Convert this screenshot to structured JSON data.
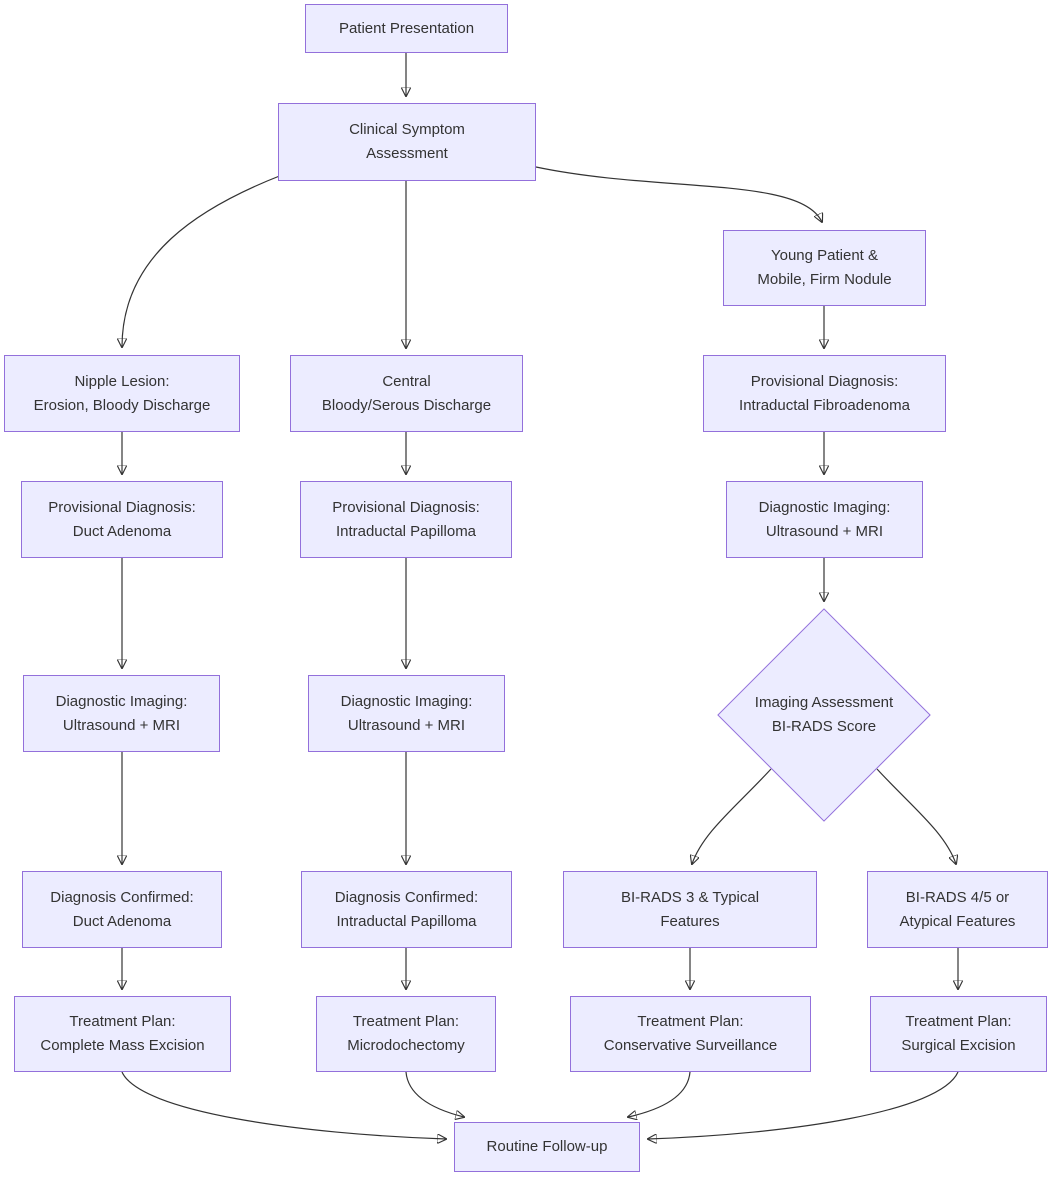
{
  "diagram": {
    "title": "Breast lesion diagnostic and treatment flowchart",
    "colors": {
      "node_fill": "#ECECFF",
      "node_border": "#9370DB",
      "edge": "#333333",
      "text": "#333333",
      "background": "#FFFFFF"
    },
    "nodes": {
      "patient_presentation": {
        "label": "Patient Presentation",
        "shape": "rect"
      },
      "clinical_symptom_assessment": {
        "label": "Clinical Symptom\nAssessment",
        "shape": "rect"
      },
      "young_patient_nodule": {
        "label": "Young Patient &\nMobile, Firm Nodule",
        "shape": "rect"
      },
      "nipple_lesion": {
        "label": "Nipple Lesion:\nErosion, Bloody Discharge",
        "shape": "rect"
      },
      "central_discharge": {
        "label": "Central\nBloody/Serous Discharge",
        "shape": "rect"
      },
      "provisional_fibroadenoma": {
        "label": "Provisional Diagnosis:\nIntraductal Fibroadenoma",
        "shape": "rect"
      },
      "provisional_duct_adenoma": {
        "label": "Provisional Diagnosis:\nDuct Adenoma",
        "shape": "rect"
      },
      "provisional_papilloma": {
        "label": "Provisional Diagnosis:\nIntraductal Papilloma",
        "shape": "rect"
      },
      "imaging_left": {
        "label": "Diagnostic Imaging:\nUltrasound + MRI",
        "shape": "rect"
      },
      "imaging_middle": {
        "label": "Diagnostic Imaging:\nUltrasound + MRI",
        "shape": "rect"
      },
      "imaging_right": {
        "label": "Diagnostic Imaging:\nUltrasound + MRI",
        "shape": "rect"
      },
      "birads_decision": {
        "label": "Imaging Assessment\nBI-RADS Score",
        "shape": "diamond"
      },
      "confirmed_duct_adenoma": {
        "label": "Diagnosis Confirmed:\nDuct Adenoma",
        "shape": "rect"
      },
      "confirmed_papilloma": {
        "label": "Diagnosis Confirmed:\nIntraductal Papilloma",
        "shape": "rect"
      },
      "birads_3_typical": {
        "label": "BI-RADS 3 & Typical\nFeatures",
        "shape": "rect"
      },
      "birads_45_atypical": {
        "label": "BI-RADS 4/5 or\nAtypical Features",
        "shape": "rect"
      },
      "treatment_mass_excision": {
        "label": "Treatment Plan:\nComplete Mass Excision",
        "shape": "rect"
      },
      "treatment_microdochectomy": {
        "label": "Treatment Plan:\nMicrodochectomy",
        "shape": "rect"
      },
      "treatment_surveillance": {
        "label": "Treatment Plan:\nConservative Surveillance",
        "shape": "rect"
      },
      "treatment_surgical": {
        "label": "Treatment Plan:\nSurgical Excision",
        "shape": "rect"
      },
      "routine_followup": {
        "label": "Routine Follow-up",
        "shape": "rect"
      }
    },
    "edges": [
      {
        "from": "patient_presentation",
        "to": "clinical_symptom_assessment"
      },
      {
        "from": "clinical_symptom_assessment",
        "to": "nipple_lesion"
      },
      {
        "from": "clinical_symptom_assessment",
        "to": "central_discharge"
      },
      {
        "from": "clinical_symptom_assessment",
        "to": "young_patient_nodule"
      },
      {
        "from": "young_patient_nodule",
        "to": "provisional_fibroadenoma"
      },
      {
        "from": "nipple_lesion",
        "to": "provisional_duct_adenoma"
      },
      {
        "from": "central_discharge",
        "to": "provisional_papilloma"
      },
      {
        "from": "provisional_fibroadenoma",
        "to": "imaging_right"
      },
      {
        "from": "provisional_duct_adenoma",
        "to": "imaging_left"
      },
      {
        "from": "provisional_papilloma",
        "to": "imaging_middle"
      },
      {
        "from": "imaging_right",
        "to": "birads_decision"
      },
      {
        "from": "imaging_left",
        "to": "confirmed_duct_adenoma"
      },
      {
        "from": "imaging_middle",
        "to": "confirmed_papilloma"
      },
      {
        "from": "birads_decision",
        "to": "birads_3_typical"
      },
      {
        "from": "birads_decision",
        "to": "birads_45_atypical"
      },
      {
        "from": "confirmed_duct_adenoma",
        "to": "treatment_mass_excision"
      },
      {
        "from": "confirmed_papilloma",
        "to": "treatment_microdochectomy"
      },
      {
        "from": "birads_3_typical",
        "to": "treatment_surveillance"
      },
      {
        "from": "birads_45_atypical",
        "to": "treatment_surgical"
      },
      {
        "from": "treatment_mass_excision",
        "to": "routine_followup"
      },
      {
        "from": "treatment_microdochectomy",
        "to": "routine_followup"
      },
      {
        "from": "treatment_surveillance",
        "to": "routine_followup"
      },
      {
        "from": "treatment_surgical",
        "to": "routine_followup"
      }
    ]
  }
}
